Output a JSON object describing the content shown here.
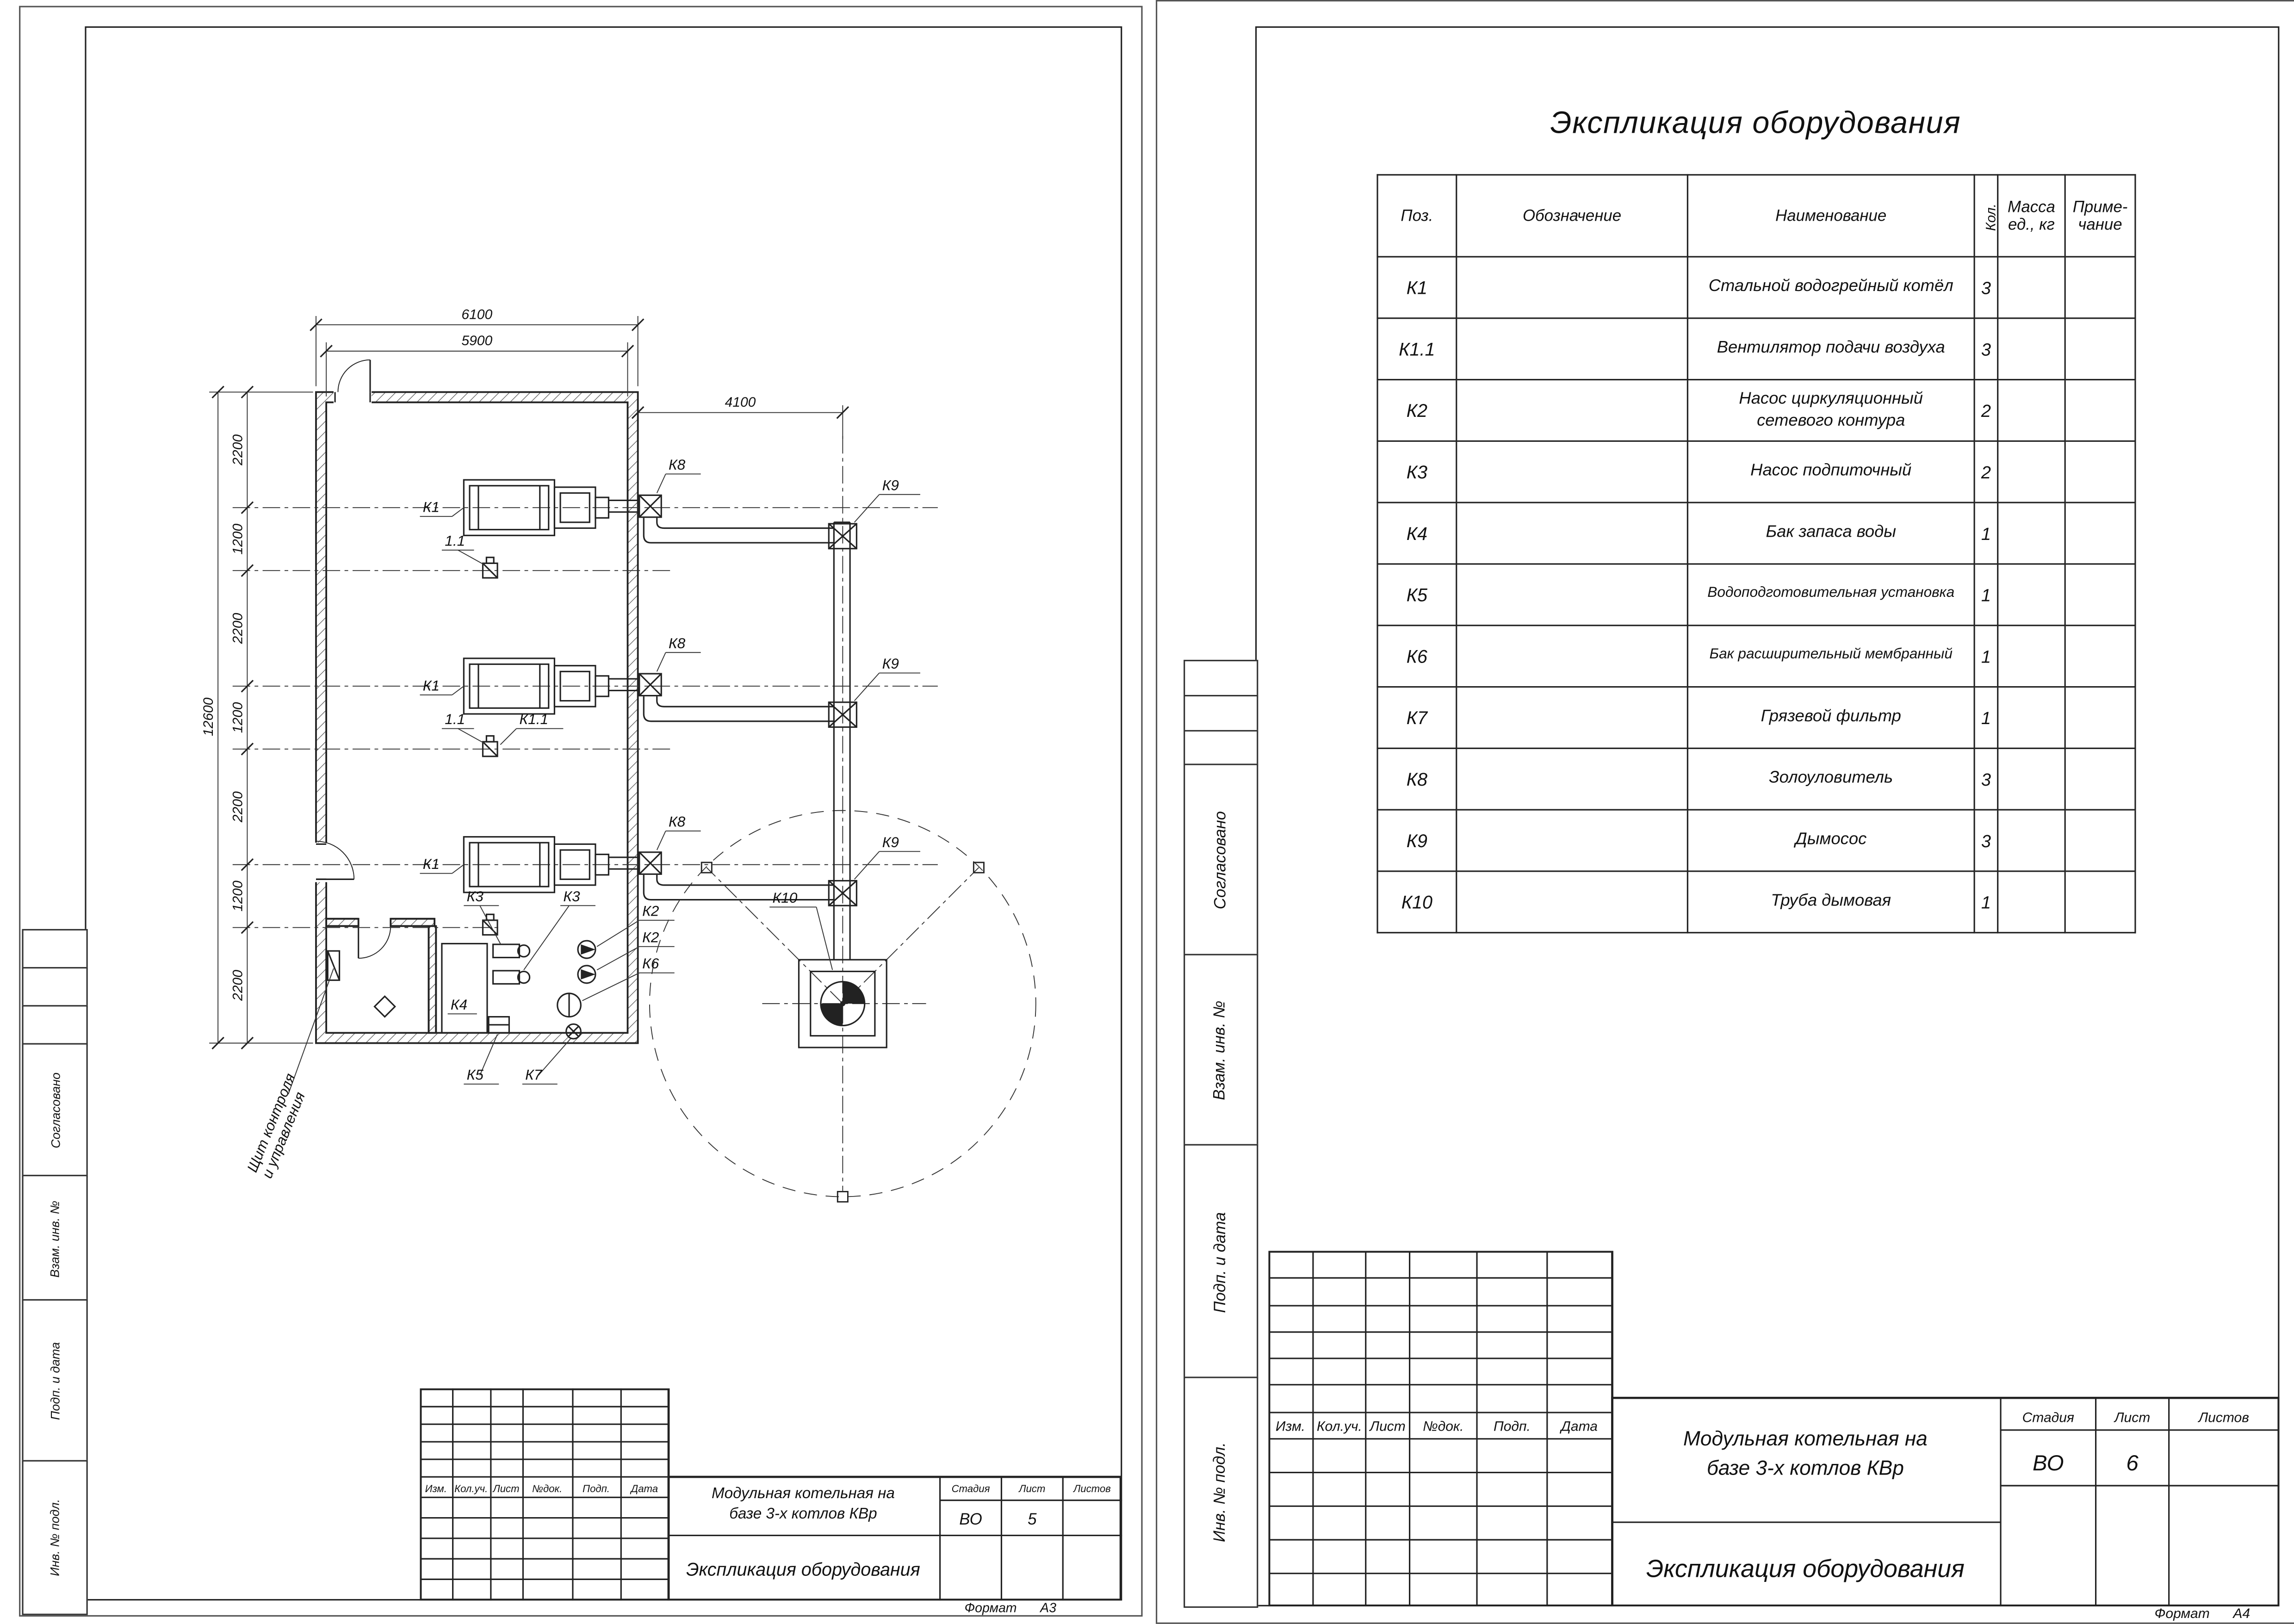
{
  "left_sheet": {
    "plan": {
      "d6100": "6100",
      "d5900": "5900",
      "d4100": "4100",
      "d12600": "12600",
      "d2200": "2200",
      "d1200": "1200",
      "k1": "К1",
      "k11": "К1.1",
      "f11": "1.1",
      "k2": "К2",
      "k3": "К3",
      "k4": "К4",
      "k5": "К5",
      "k6": "К6",
      "k7": "К7",
      "k8": "К8",
      "k9": "К9",
      "k10": "К10",
      "panel1": "Щит контроля",
      "panel2": "и управления"
    },
    "tb": {
      "cols": [
        "Изм.",
        "Кол.уч.",
        "Лист",
        "№док.",
        "Подп.",
        "Дата"
      ],
      "project_l1": "Модульная котельная на",
      "project_l2": "базе 3-х котлов КВр",
      "stage_h": "Стадия",
      "sheet_h": "Лист",
      "sheets_h": "Листов",
      "stage": "ВО",
      "sheet_no": "5",
      "doc": "Экспликация оборудования",
      "format_label": "Формат",
      "format_value": "А3"
    },
    "side": {
      "s1": "Согласовано",
      "s2": "Взам. инв. №",
      "s3": "Подп. и дата",
      "s4": "Инв. № подл."
    }
  },
  "right_sheet": {
    "title": "Экспликация оборудования",
    "spec": {
      "h_pos": "Поз.",
      "h_desig": "Обозначение",
      "h_name": "Наименование",
      "h_qty": "Кол.",
      "h_mass": "Масса\nед., кг",
      "h_note": "Приме-\nчание",
      "rows": [
        {
          "pos": "К1",
          "name": "Стальной водогрейный котёл",
          "qty": "3"
        },
        {
          "pos": "К1.1",
          "name": "Вентилятор подачи воздуха",
          "qty": "3"
        },
        {
          "pos": "К2",
          "name": "Насос циркуляционный\nсетевого контура",
          "qty": "2"
        },
        {
          "pos": "К3",
          "name": "Насос подпиточный",
          "qty": "2"
        },
        {
          "pos": "К4",
          "name": "Бак запаса воды",
          "qty": "1"
        },
        {
          "pos": "К5",
          "name": "Водоподготовительная установка",
          "qty": "1"
        },
        {
          "pos": "К6",
          "name": "Бак расширительный мембранный",
          "qty": "1"
        },
        {
          "pos": "К7",
          "name": "Грязевой фильтр",
          "qty": "1"
        },
        {
          "pos": "К8",
          "name": "Золоуловитель",
          "qty": "3"
        },
        {
          "pos": "К9",
          "name": "Дымосос",
          "qty": "3"
        },
        {
          "pos": "К10",
          "name": "Труба дымовая",
          "qty": "1"
        }
      ]
    },
    "tb": {
      "cols": [
        "Изм.",
        "Кол.уч.",
        "Лист",
        "№док.",
        "Подп.",
        "Дата"
      ],
      "project_l1": "Модульная котельная на",
      "project_l2": "базе 3-х котлов КВр",
      "stage_h": "Стадия",
      "sheet_h": "Лист",
      "sheets_h": "Листов",
      "stage": "ВО",
      "sheet_no": "6",
      "doc": "Экспликация оборудования",
      "format_label": "Формат",
      "format_value": "А4"
    },
    "side": {
      "s1": "Согласовано",
      "s2": "Взам. инв. №",
      "s3": "Подп. и дата",
      "s4": "Инв. № подл."
    }
  }
}
